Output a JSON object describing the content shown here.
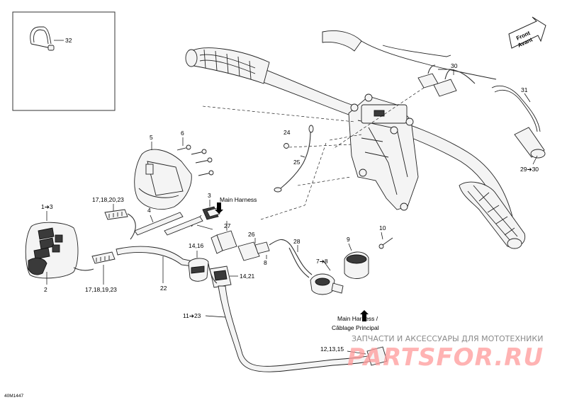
{
  "diagram_id": "40M1447",
  "direction_arrow": {
    "line1": "Front",
    "line2": "Avant"
  },
  "callouts": {
    "c32": "32",
    "c30": "30",
    "c31": "31",
    "c29_30": "29➔30",
    "c24": "24",
    "c25": "25",
    "c5": "5",
    "c6": "6",
    "c3": "3",
    "main_harness": "Main Harness",
    "c4": "4",
    "c17_18_20_23": "17,18,20,23",
    "c1_3": "1➔3",
    "c27": "27",
    "c26": "26",
    "c8": "8",
    "c28": "28",
    "c7_8": "7➔8",
    "c9": "9",
    "c10": "10",
    "c14_16": "14,16",
    "c14_21": "14,21",
    "c17_18_19_23": "17,18,19,23",
    "c2": "2",
    "c22": "22",
    "c11_23": "11➔23",
    "main_harness_fr_1": "Main Harness /",
    "main_harness_fr_2": "Câblage Principal",
    "c12_13_15": "12,13,15"
  },
  "watermark": {
    "text": "ЗАПЧАСТИ И АКСЕССУАРЫ ДЛЯ МОТОТЕХНИКИ",
    "logo": "PARTSFOR.RU"
  }
}
